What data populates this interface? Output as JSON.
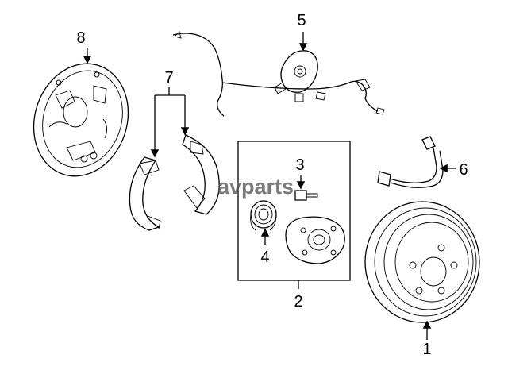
{
  "watermark": "avparts",
  "callouts": [
    {
      "id": "1",
      "part": "brake-drum"
    },
    {
      "id": "2",
      "part": "hub-bearing-group"
    },
    {
      "id": "3",
      "part": "hub-bolt"
    },
    {
      "id": "4",
      "part": "bearing"
    },
    {
      "id": "5",
      "part": "abs-sensor"
    },
    {
      "id": "6",
      "part": "brake-hose"
    },
    {
      "id": "7",
      "part": "brake-shoes"
    },
    {
      "id": "8",
      "part": "backing-plate"
    }
  ]
}
